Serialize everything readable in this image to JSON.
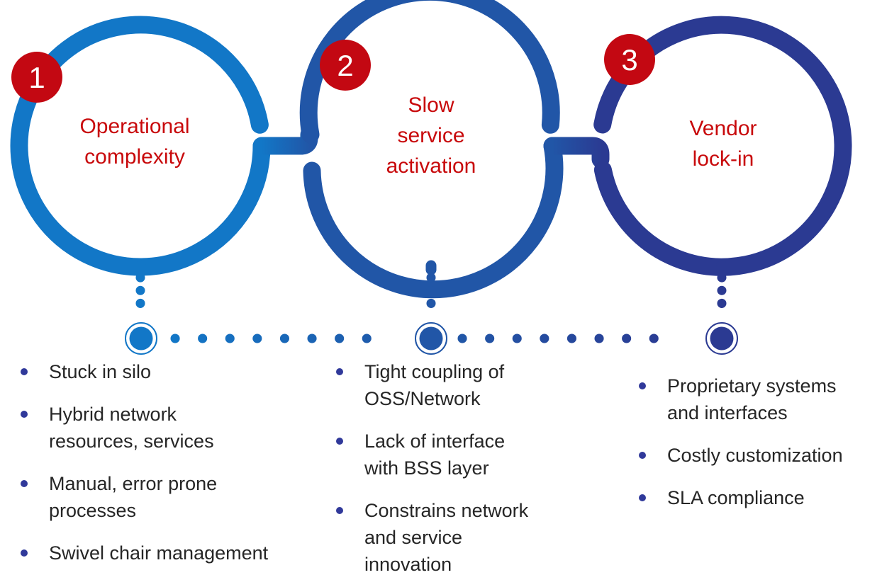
{
  "colors": {
    "blue1": "#1277C7",
    "blue2": "#2156A7",
    "blue3": "#2B3A92",
    "badge_red": "#C30812",
    "title_red": "#C8090B",
    "text_dark": "#262626",
    "bullet_dot": "#30399A"
  },
  "steps": [
    {
      "number": "1",
      "title": "Operational\ncomplexity",
      "items": [
        "Stuck in silo",
        "Hybrid network\nresources, services",
        "Manual, error prone\nprocesses",
        "Swivel chair management"
      ]
    },
    {
      "number": "2",
      "title": "Slow\nservice\nactivation",
      "items": [
        "Tight coupling of\nOSS/Network",
        "Lack of interface\nwith BSS layer",
        "Constrains network\nand service\ninnovation"
      ]
    },
    {
      "number": "3",
      "title": "Vendor\nlock-in",
      "items": [
        "Proprietary systems\nand interfaces",
        "Costly customization",
        "SLA compliance"
      ]
    }
  ]
}
